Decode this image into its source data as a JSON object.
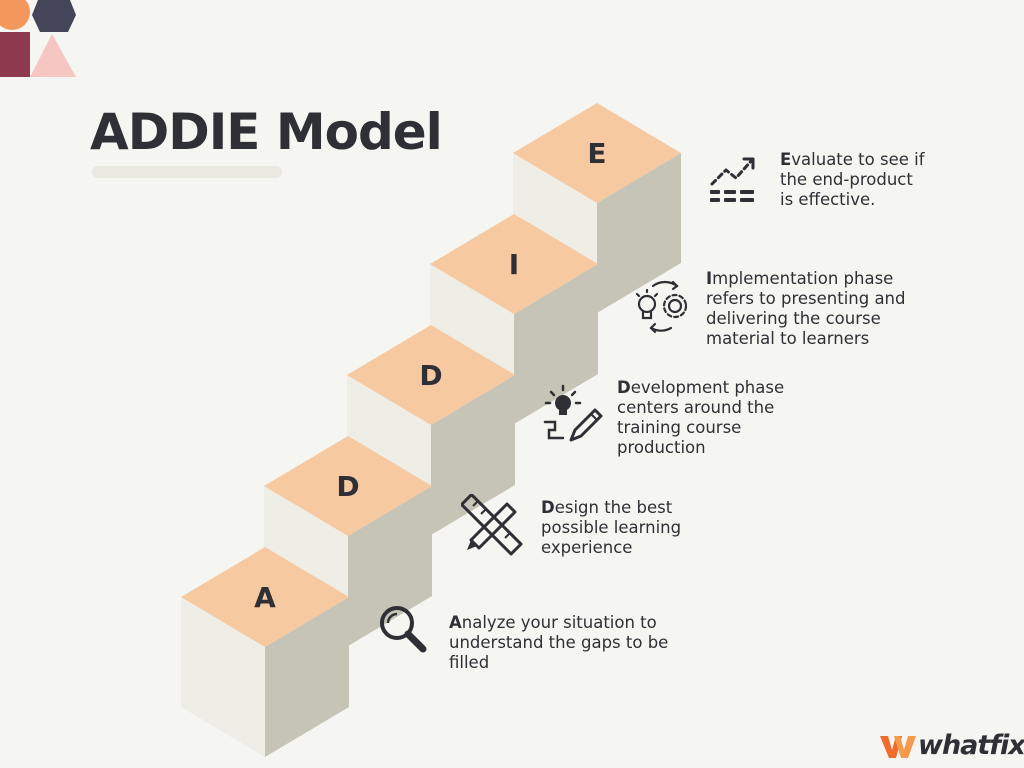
{
  "title": "ADDIE Model",
  "colors": {
    "background": "#f5f6f1",
    "step_top": "#f7c9a0",
    "step_left": "#eeede6",
    "step_right": "#c5c4b6",
    "text": "#2f2f36",
    "brand": "#f26b2a"
  },
  "steps": [
    {
      "letter": "A",
      "initial": "A",
      "rest": "nalyze your situation to understand the gaps to be filled",
      "lines": [
        "nalyze your situation to",
        "understand the gaps to be",
        "filled"
      ],
      "icon": "magnifier-icon"
    },
    {
      "letter": "D",
      "initial": "D",
      "rest": "esign the best possible learning experience",
      "lines": [
        "esign the best",
        "possible learning",
        "experience"
      ],
      "icon": "ruler-pencil-icon"
    },
    {
      "letter": "D",
      "initial": "D",
      "rest": "evelopment phase centers around the training course production",
      "lines": [
        "evelopment phase",
        "centers around the",
        "training course",
        "production"
      ],
      "icon": "lightbulb-pencil-icon"
    },
    {
      "letter": "I",
      "initial": "I",
      "rest": "mplementation phase refers to presenting and delivering the course material to learners",
      "lines": [
        "mplementation phase",
        "refers to presenting and",
        "delivering the course",
        "material to learners"
      ],
      "icon": "lightbulb-gear-cycle-icon"
    },
    {
      "letter": "E",
      "initial": "E",
      "rest": "valuate to see if the end-product is effective.",
      "lines": [
        "valuate to see if",
        "the end-product",
        "is effective."
      ],
      "icon": "trend-chart-icon"
    }
  ],
  "logo": {
    "text": "whatfix",
    "icon": "whatfix-w-icon"
  }
}
